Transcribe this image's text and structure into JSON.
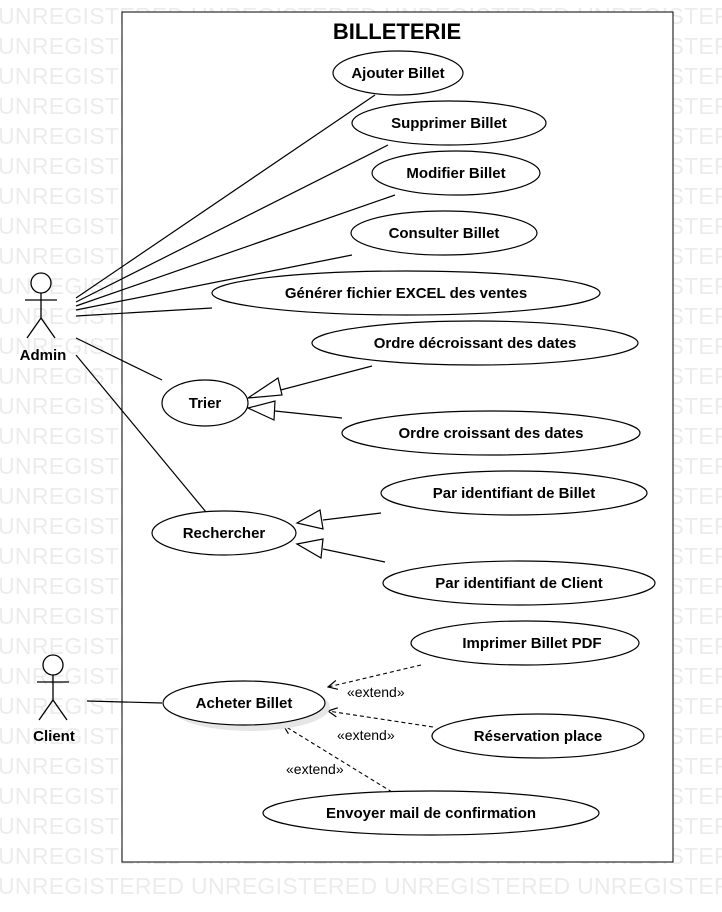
{
  "watermark_text": "UNREGISTERED UNREGISTERED UNREGISTERED UNREGISTERED UNREGISTERED",
  "system": {
    "title": "BILLETERIE"
  },
  "actors": {
    "admin": "Admin",
    "client": "Client"
  },
  "use_cases": {
    "ajouter": "Ajouter Billet",
    "supprimer": "Supprimer Billet",
    "modifier": "Modifier Billet",
    "consulter": "Consulter Billet",
    "generer": "Générer fichier EXCEL des ventes",
    "decroissant": "Ordre décroissant des dates",
    "trier": "Trier",
    "croissant": "Ordre croissant des dates",
    "par_billet": "Par identifiant de Billet",
    "rechercher": "Rechercher",
    "par_client": "Par identifiant de Client",
    "imprimer": "Imprimer Billet PDF",
    "acheter": "Acheter Billet",
    "reservation": "Réservation place",
    "envoyer": "Envoyer mail de confirmation"
  },
  "relations": {
    "extend_1": "«extend»",
    "extend_2": "«extend»",
    "extend_3": "«extend»"
  }
}
